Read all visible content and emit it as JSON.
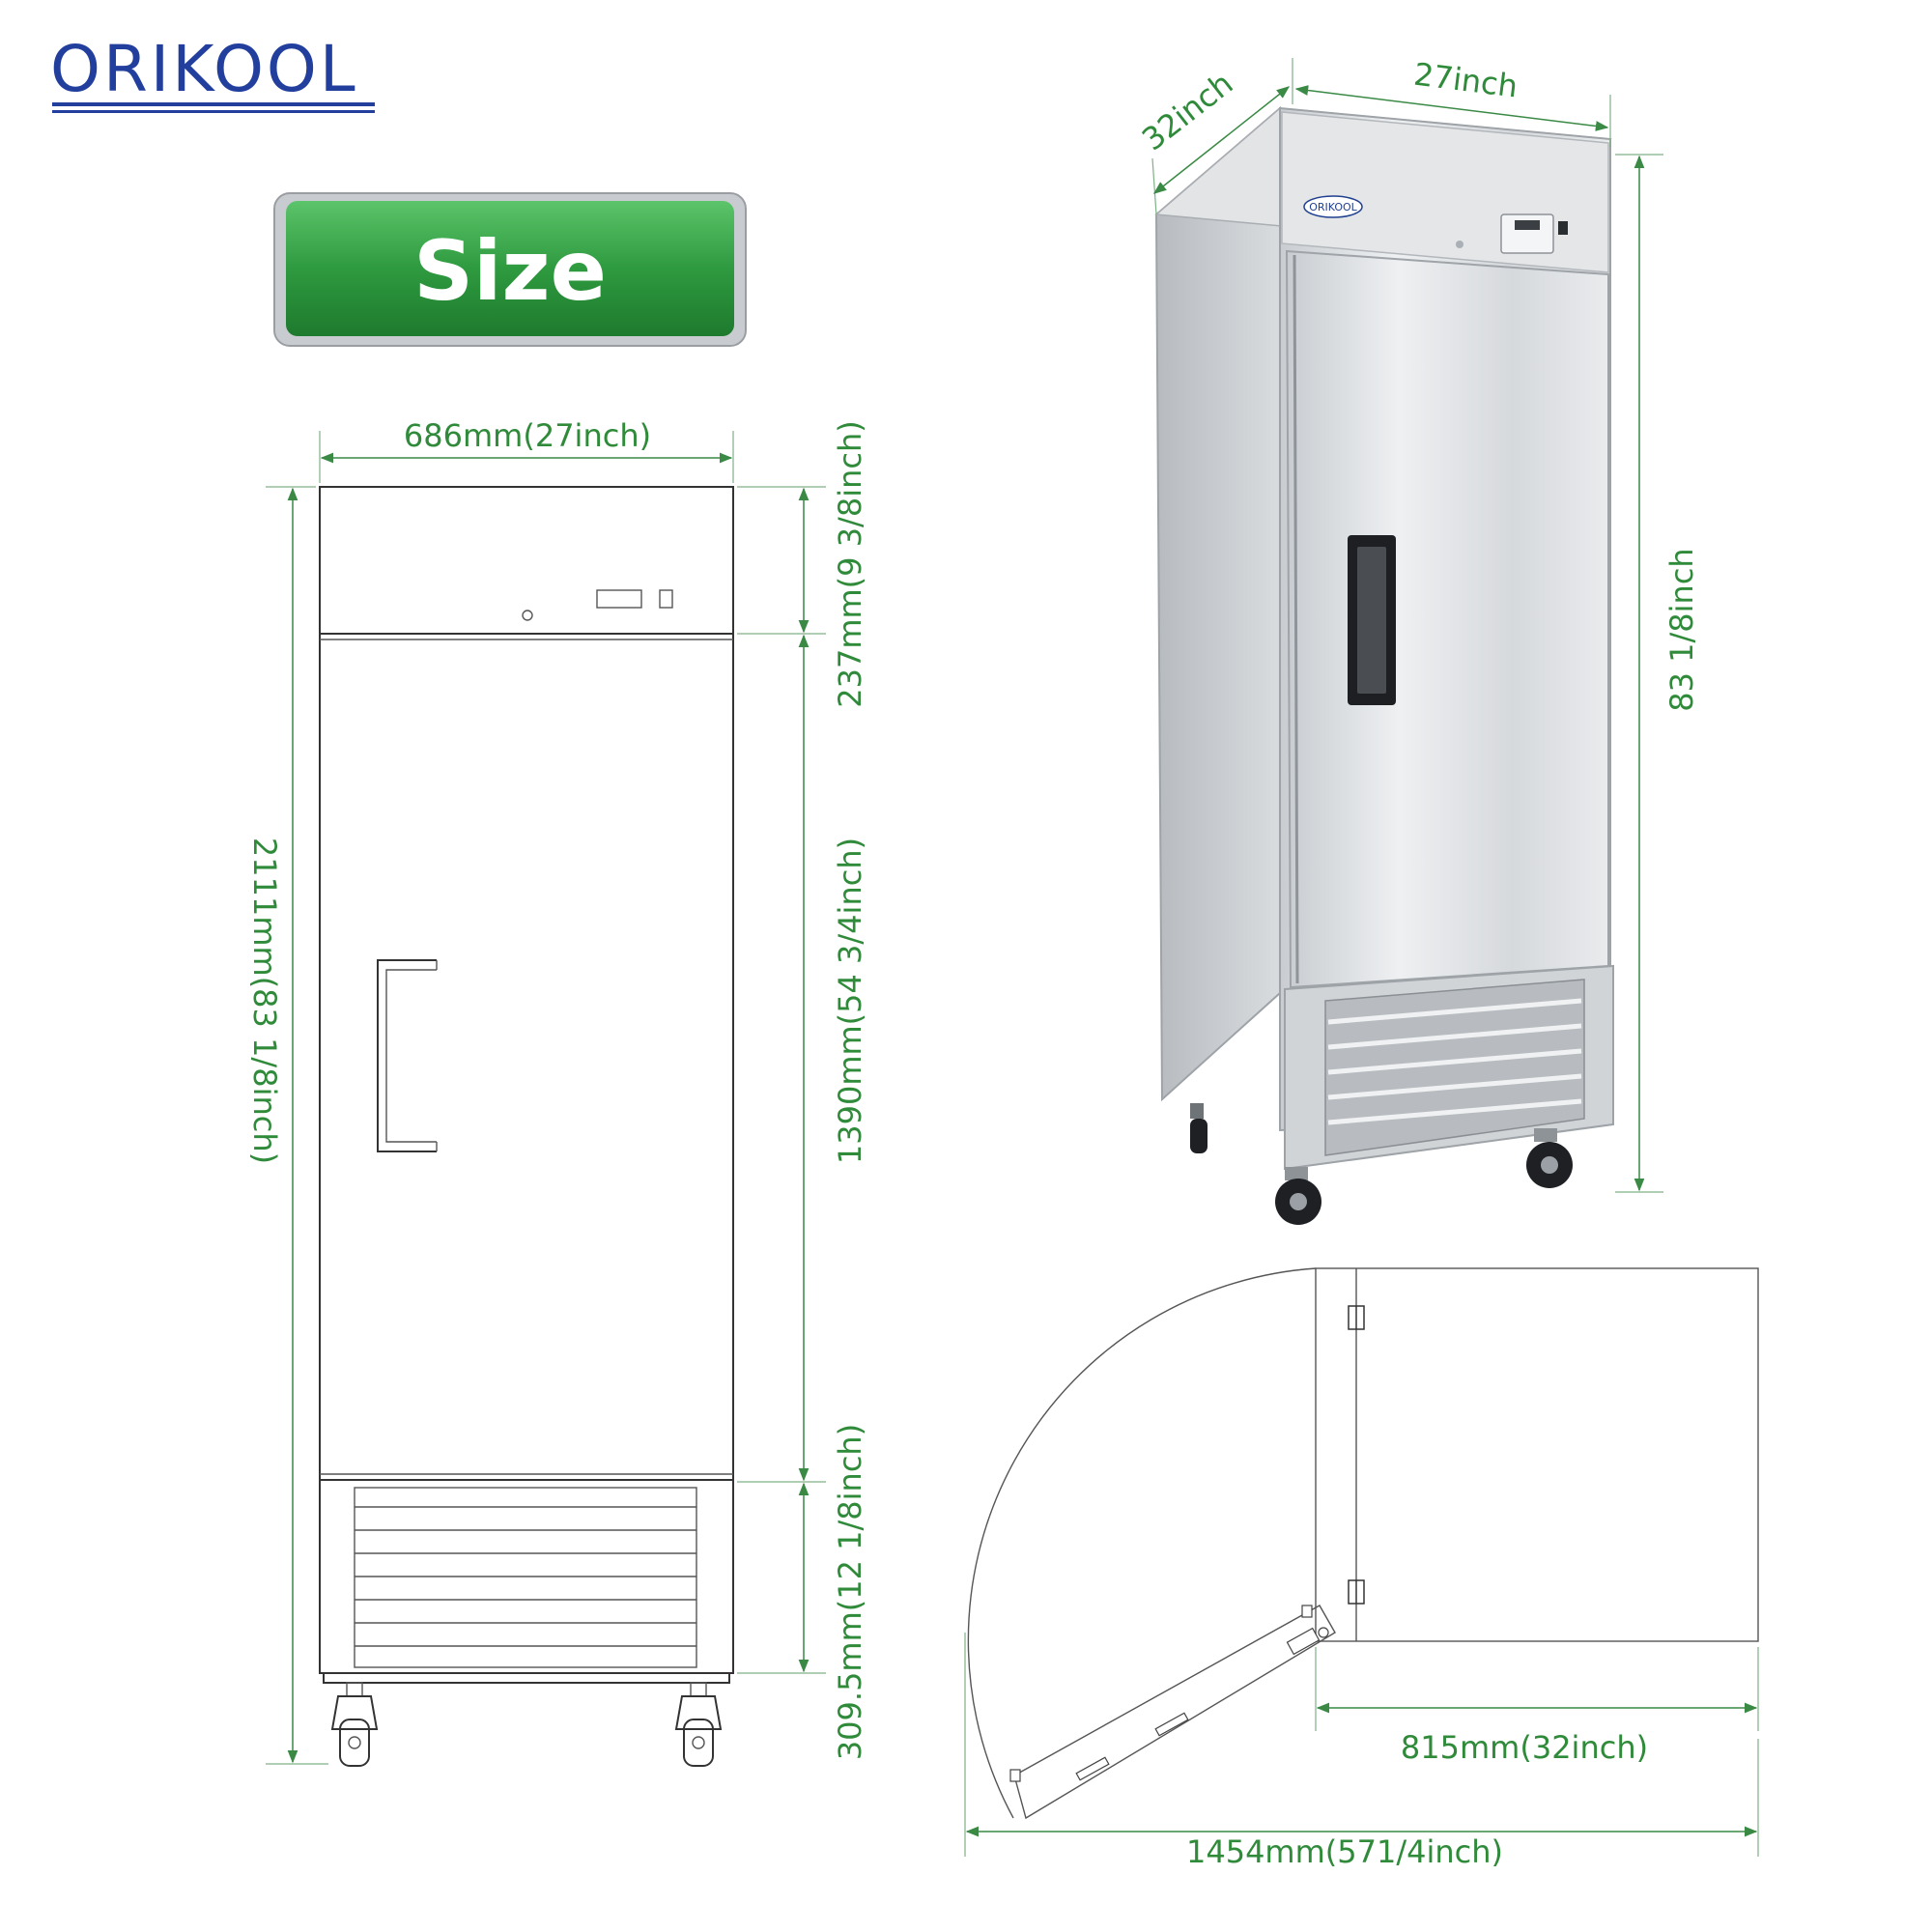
{
  "brand": {
    "name": "ORIKOOL",
    "color": "#223f9e"
  },
  "badge": {
    "label": "Size",
    "color": "#2e9a3f"
  },
  "front_view": {
    "width_label": "686mm(27inch)",
    "total_height_label": "2111mm(83 1/8inch)",
    "top_panel_label": "237mm(9 3/8inch)",
    "door_label": "1390mm(54 3/4inch)",
    "base_label": "309.5mm(12 1/8inch)"
  },
  "product_photo": {
    "depth_label": "32inch",
    "width_label": "27inch",
    "height_label": "83 1/8inch",
    "door_logo": "ORIKOOL"
  },
  "top_view": {
    "depth_label": "815mm(32inch)",
    "door_swing_label": "1454mm(571/4inch)"
  },
  "colors": {
    "dimension_green": "#2f8a3a",
    "outline": "#333333"
  },
  "icons": {
    "arrowhead": "arrow-icon",
    "caster": "caster-wheel-icon",
    "hinge": "hinge-icon"
  }
}
